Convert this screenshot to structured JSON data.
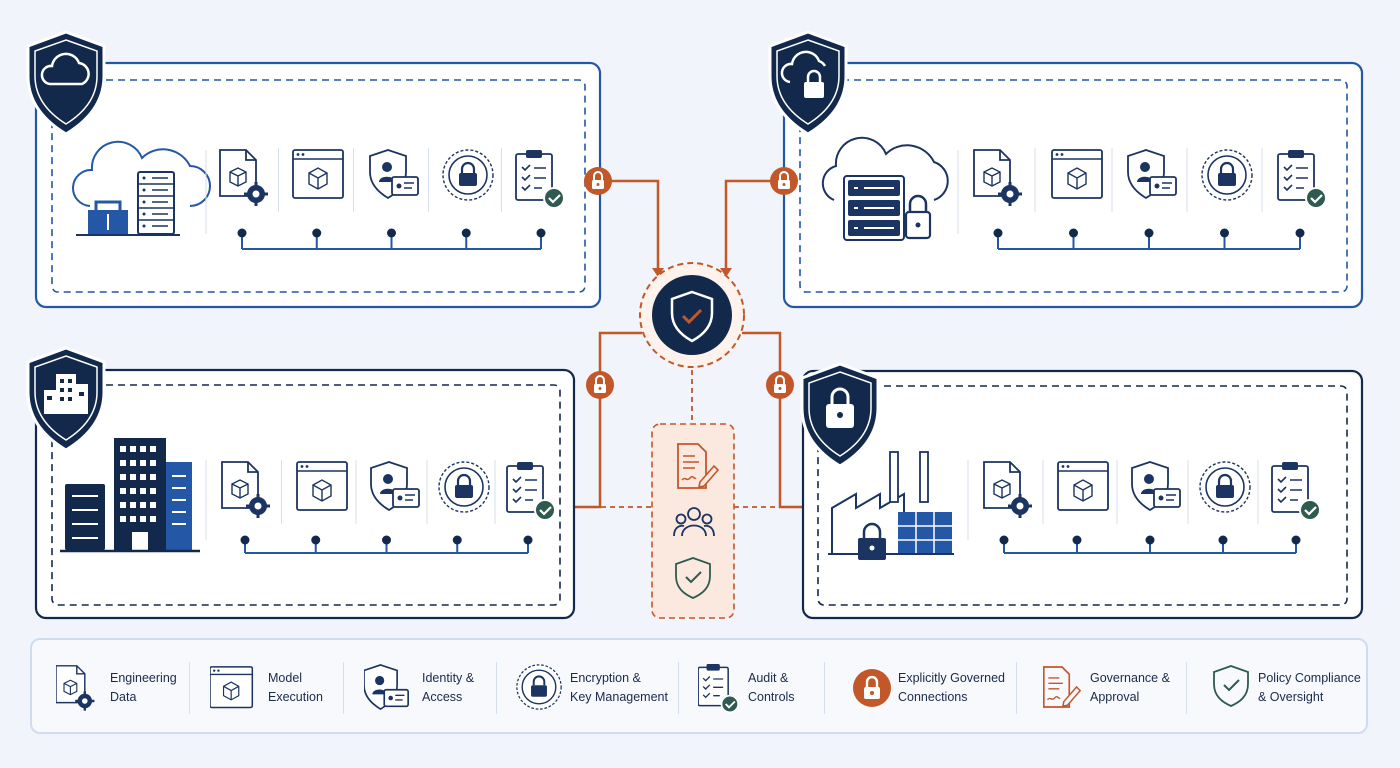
{
  "colors": {
    "navy": "#13294b",
    "blue": "#2457a6",
    "orange": "#c2572a",
    "teal": "#2e5b4e",
    "background": "#f1f5fb"
  },
  "zones": [
    {
      "id": "cloud",
      "badge_icon": "cloud-icon",
      "asset_icon": "cloud-server-icon"
    },
    {
      "id": "secure-cloud",
      "badge_icon": "cloud-lock-icon",
      "asset_icon": "cloud-server-lock-icon"
    },
    {
      "id": "enterprise",
      "badge_icon": "buildings-icon",
      "asset_icon": "office-datacenter-icon"
    },
    {
      "id": "industrial",
      "badge_icon": "lock-icon",
      "asset_icon": "factory-lock-icon"
    }
  ],
  "zone_controls": [
    "engineering-data-icon",
    "model-execution-icon",
    "identity-access-icon",
    "encryption-icon",
    "audit-controls-icon"
  ],
  "central_hub": {
    "icon": "shield-check-icon",
    "connections": 4,
    "connection_icon": "padlock-icon"
  },
  "governance_panel": {
    "icons": [
      "document-sign-icon",
      "users-icon",
      "shield-check-icon"
    ]
  },
  "legend": [
    {
      "icon": "engineering-data-icon",
      "label": "Engineering\nData",
      "color": "#2457a6"
    },
    {
      "icon": "model-execution-icon",
      "label": "Model\nExecution",
      "color": "#2457a6"
    },
    {
      "icon": "identity-access-icon",
      "label": "Identity &\nAccess",
      "color": "#2457a6"
    },
    {
      "icon": "encryption-icon",
      "label": "Encryption &\nKey Management",
      "color": "#2457a6"
    },
    {
      "icon": "audit-controls-icon",
      "label": "Audit &\nControls",
      "color": "#2457a6"
    },
    {
      "icon": "governed-connection-icon",
      "label": "Explicitly Governed\nConnections",
      "color": "#c2572a"
    },
    {
      "icon": "governance-approval-icon",
      "label": "Governance &\nApproval",
      "color": "#c2572a"
    },
    {
      "icon": "policy-compliance-icon",
      "label": "Policy Compliance\n& Oversight",
      "color": "#2e5b4e"
    }
  ]
}
